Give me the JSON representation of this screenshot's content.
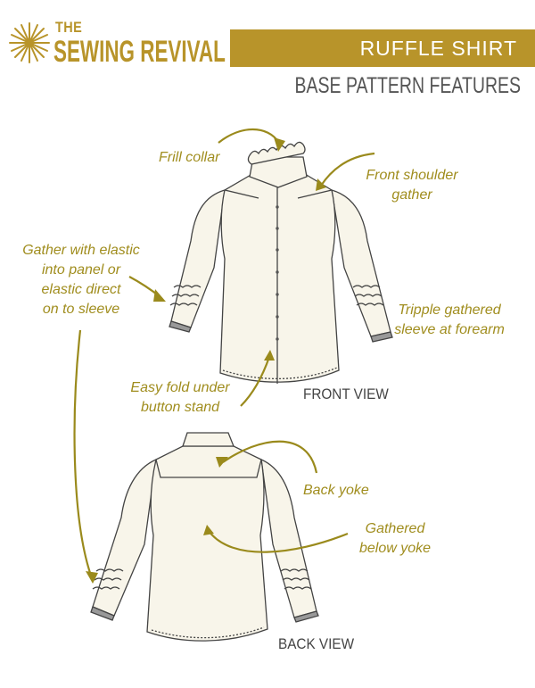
{
  "brand": {
    "line1": "THE",
    "line2": "SEWING REVIVAL"
  },
  "banner": {
    "title": "RUFFLE SHIRT"
  },
  "subtitle": "BASE PATTERN FEATURES",
  "annotations": {
    "frill_collar": "Frill collar",
    "front_shoulder": [
      "Front shoulder",
      "gather"
    ],
    "gather_elastic": [
      "Gather with elastic",
      "into panel or",
      "elastic direct",
      "on to sleeve"
    ],
    "tripple_gathered": [
      "Tripple gathered",
      "sleeve at forearm"
    ],
    "easy_fold": [
      "Easy fold under",
      "button stand"
    ],
    "back_yoke": "Back yoke",
    "gathered_below": [
      "Gathered",
      "below yoke"
    ]
  },
  "views": {
    "front": "FRONT VIEW",
    "back": "BACK VIEW"
  },
  "colors": {
    "gold": "#b8942a",
    "annotation": "#a08d1e",
    "arrow": "#9a8a1c",
    "fabric": "#f8f5ea"
  }
}
